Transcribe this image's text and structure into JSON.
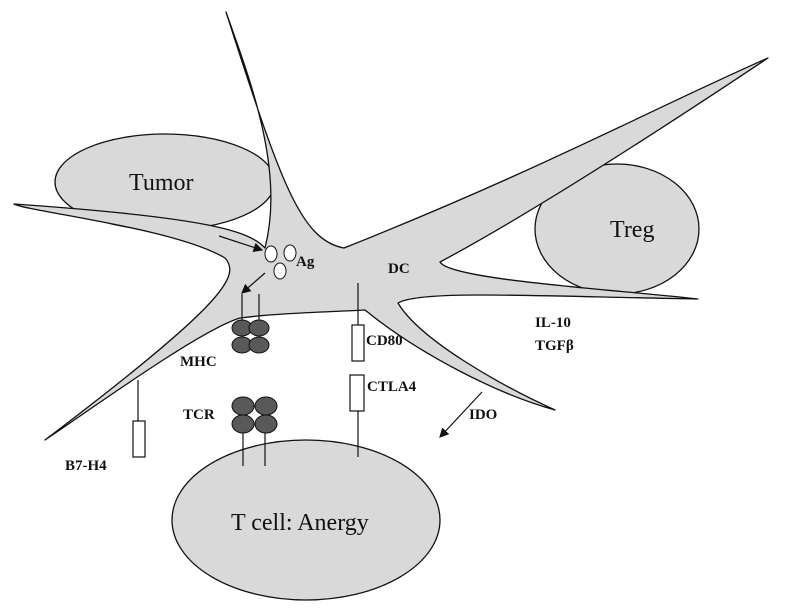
{
  "labels": {
    "tumor": "Tumor",
    "treg": "Treg",
    "tcell": "T cell: Anergy",
    "ag": "Ag",
    "dc": "DC",
    "mhc": "MHC",
    "tcr": "TCR",
    "cd80": "CD80",
    "ctla4": "CTLA4",
    "il10": "IL-10",
    "tgfb": "TGFβ",
    "ido": "IDO",
    "b7h4": "B7-H4"
  },
  "colors": {
    "cell_fill": "#d9d9d9",
    "outline": "#111111",
    "molecule_fill": "#595959",
    "background": "#ffffff"
  }
}
